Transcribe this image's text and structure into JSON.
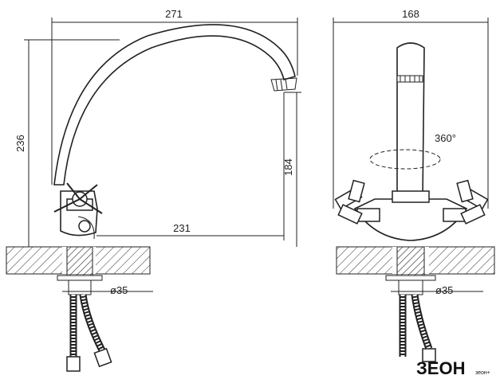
{
  "dimensions": {
    "spout_reach": "271",
    "total_height": "236",
    "spout_height": "184",
    "center_reach": "231",
    "side_width": "168",
    "rotation": "360°",
    "mount_diameter_left": "ø35",
    "mount_diameter_right": "ø35"
  },
  "logo": {
    "brand": "ЗЕОН",
    "tagline": "зеон+"
  }
}
